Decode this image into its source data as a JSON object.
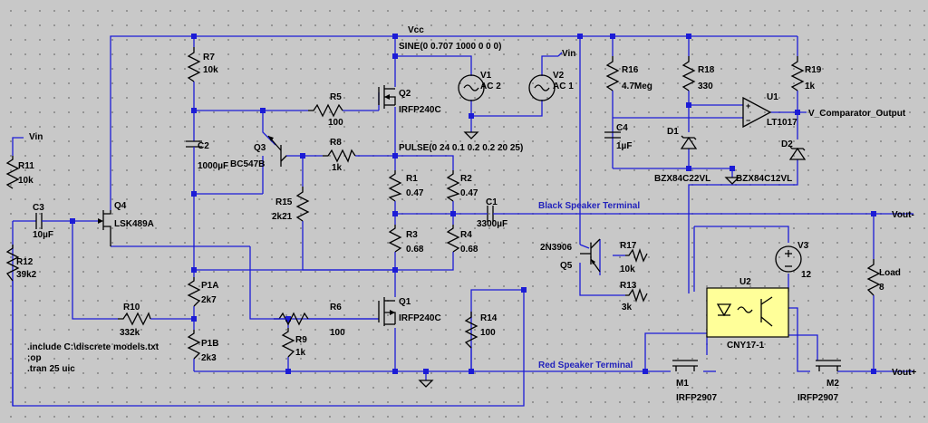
{
  "schematic": {
    "net_labels": {
      "vcc": "Vcc",
      "vin_top": "Vin",
      "vin_left": "Vin",
      "v_comp": "V_Comparator_Output",
      "vout_minus": "Vout-",
      "vout_plus": "Vout+",
      "black_terminal": "Black Speaker Terminal",
      "red_terminal": "Red Speaker Terminal"
    },
    "sources": {
      "sine": "SINE(0 0.707 1000 0 0 0)",
      "pulse": "PULSE(0 24 0.1 0.2 0.2 20 25)"
    },
    "directives": [
      ".include C:\\discrete models.txt",
      ";op",
      ".tran 25 uic"
    ],
    "components": {
      "r7": {
        "name": "R7",
        "value": "10k"
      },
      "r5": {
        "name": "R5",
        "value": "100"
      },
      "q2": {
        "name": "Q2",
        "value": "IRFP240C"
      },
      "v1": {
        "name": "V1",
        "value": "AC 2"
      },
      "v2": {
        "name": "V2",
        "value": "AC 1"
      },
      "r16": {
        "name": "R16",
        "value": "4.7Meg"
      },
      "r18": {
        "name": "R18",
        "value": "330"
      },
      "u1": {
        "name": "U1",
        "value": "LT1017"
      },
      "r19": {
        "name": "R19",
        "value": "1k"
      },
      "c4": {
        "name": "C4",
        "value": "1µF"
      },
      "d1": {
        "name": "D1",
        "value": "BZX84C22VL"
      },
      "d2": {
        "name": "D2",
        "value": "BZX84C12VL"
      },
      "c2": {
        "name": "C2",
        "value": "1000µF"
      },
      "q3": {
        "name": "Q3",
        "value": "BC547B"
      },
      "r8": {
        "name": "R8",
        "value": "1k"
      },
      "r1": {
        "name": "R1",
        "value": "0.47"
      },
      "r2": {
        "name": "R2",
        "value": "0.47"
      },
      "r11": {
        "name": "R11",
        "value": "10k"
      },
      "c3": {
        "name": "C3",
        "value": "10µF"
      },
      "q4": {
        "name": "Q4",
        "value": "LSK489A"
      },
      "r15": {
        "name": "R15",
        "value": "2k21"
      },
      "c1": {
        "name": "C1",
        "value": "3300µF"
      },
      "r3": {
        "name": "R3",
        "value": "0.68"
      },
      "r4": {
        "name": "R4",
        "value": "0.68"
      },
      "q5": {
        "name": "Q5",
        "value": "2N3906"
      },
      "r17": {
        "name": "R17",
        "value": "10k"
      },
      "r13": {
        "name": "R13",
        "value": "3k"
      },
      "v3": {
        "name": "V3",
        "value": "12"
      },
      "r12": {
        "name": "R12",
        "value": "39k2"
      },
      "p1a": {
        "name": "P1A",
        "value": "2k7"
      },
      "p1b": {
        "name": "P1B",
        "value": "2k3"
      },
      "r10": {
        "name": "R10",
        "value": "332k"
      },
      "r6": {
        "name": "R6",
        "value": "100"
      },
      "q1": {
        "name": "Q1",
        "value": "IRFP240C"
      },
      "r14": {
        "name": "R14",
        "value": "100"
      },
      "r9": {
        "name": "R9",
        "value": "1k"
      },
      "u2": {
        "name": "U2",
        "value": "CNY17-1"
      },
      "load": {
        "name": "Load",
        "value": "8"
      },
      "m1": {
        "name": "M1",
        "value": "IRFP2907"
      },
      "m2": {
        "name": "M2",
        "value": "IRFP2907"
      }
    }
  }
}
